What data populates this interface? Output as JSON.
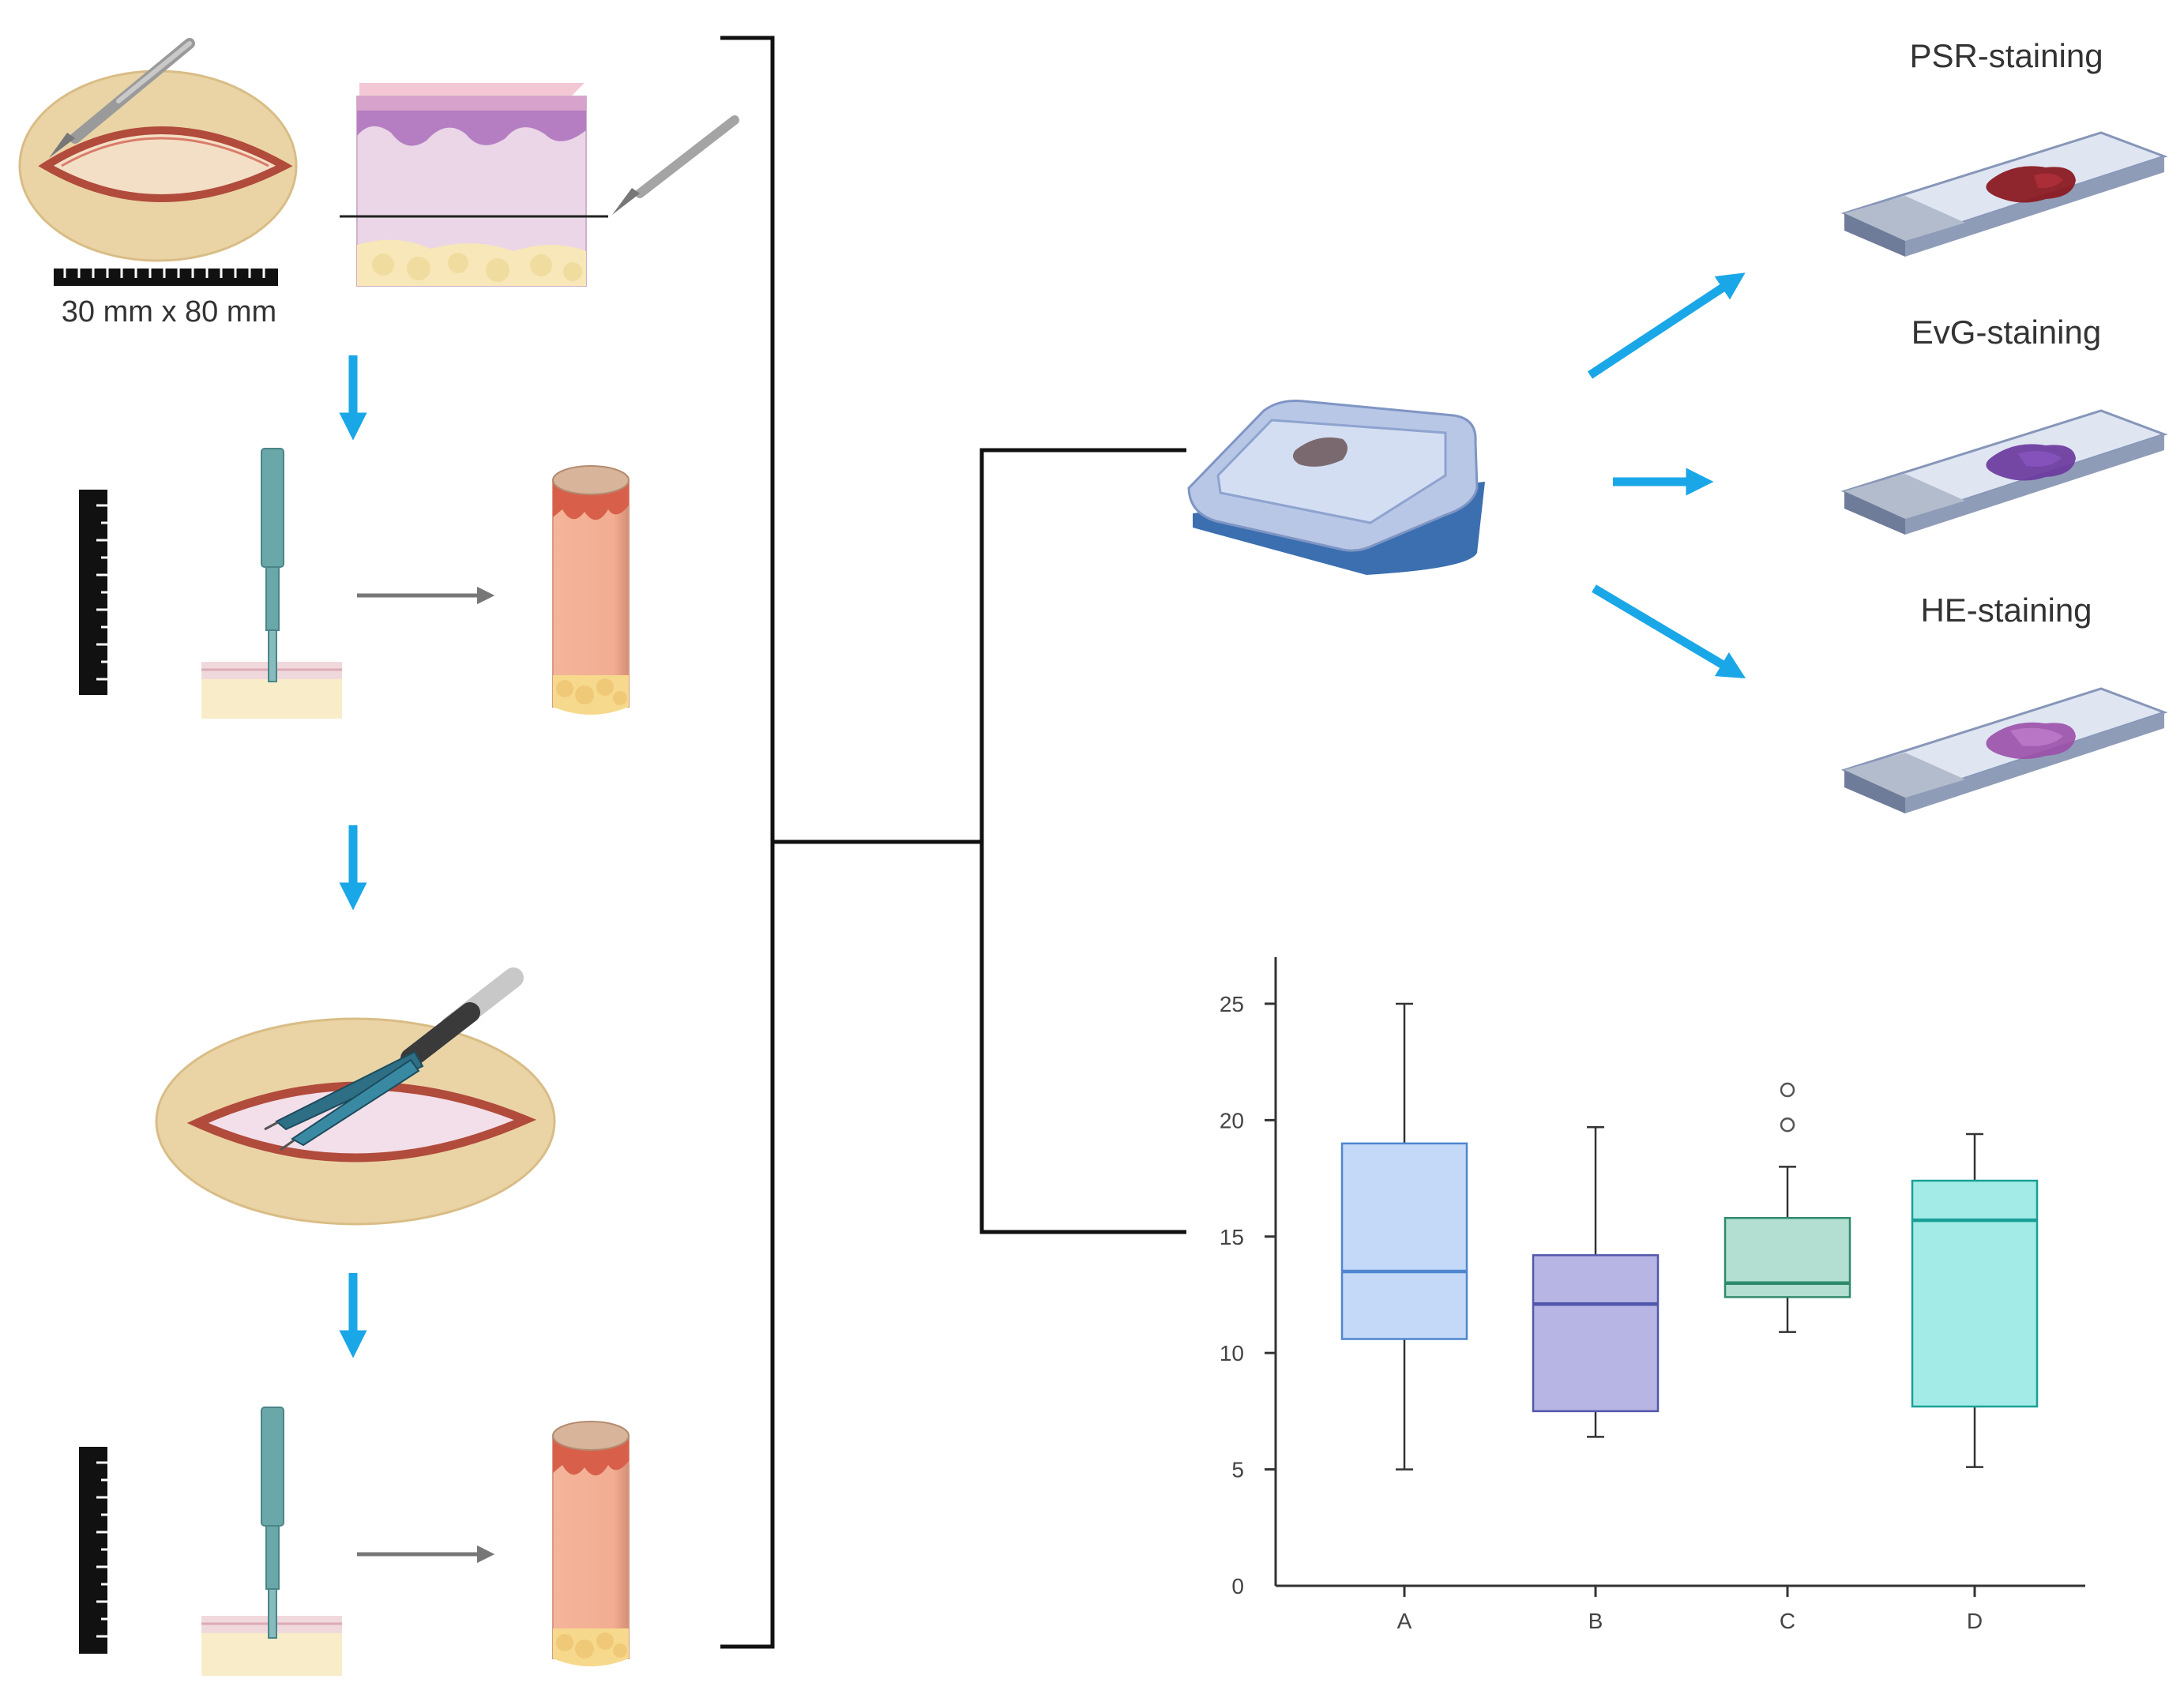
{
  "labels": {
    "dimensions": "30 mm  x 80 mm",
    "psr": "PSR-staining",
    "evg": "EvG-staining",
    "he": "HE-staining"
  },
  "colors": {
    "flow_arrow": "#1aa7e8",
    "gray_arrow": "#777777",
    "bracket": "#111111",
    "skin_tan": "#ead4a6",
    "wound": "#f3dfc6",
    "dermis": "#ead6e7",
    "epidermis": "#b57ec2",
    "fat": "#f8e7b8",
    "punch": "#6aa7a9",
    "core_tissue": "#f2ad92",
    "psr_stain": "#8a1a22",
    "evg_stain": "#6b3a9e",
    "he_stain": "#9b4fa8"
  },
  "chart_data": {
    "type": "box",
    "categories": [
      "A",
      "B",
      "C",
      "D"
    ],
    "ylim": [
      0,
      27
    ],
    "yticks": [
      0,
      5,
      10,
      15,
      20,
      25
    ],
    "boxes": [
      {
        "name": "A",
        "min": 5.0,
        "q1": 10.6,
        "median": 13.5,
        "q3": 19.0,
        "max": 25.0,
        "outliers": [],
        "fill": "#c3d9f7",
        "stroke": "#4f86cf"
      },
      {
        "name": "B",
        "min": 6.4,
        "q1": 7.5,
        "median": 12.1,
        "q3": 14.2,
        "max": 19.7,
        "outliers": [],
        "fill": "#b6b5e3",
        "stroke": "#5257aa"
      },
      {
        "name": "C",
        "min": 10.9,
        "q1": 12.4,
        "median": 13.0,
        "q3": 15.8,
        "max": 18.0,
        "outliers": [
          19.8,
          21.3
        ],
        "fill": "#b2dfd1",
        "stroke": "#2f8a6c"
      },
      {
        "name": "D",
        "min": 5.1,
        "q1": 7.7,
        "median": 15.7,
        "q3": 17.4,
        "max": 19.4,
        "outliers": [],
        "fill": "#a3ebe6",
        "stroke": "#1a9f98"
      }
    ]
  }
}
